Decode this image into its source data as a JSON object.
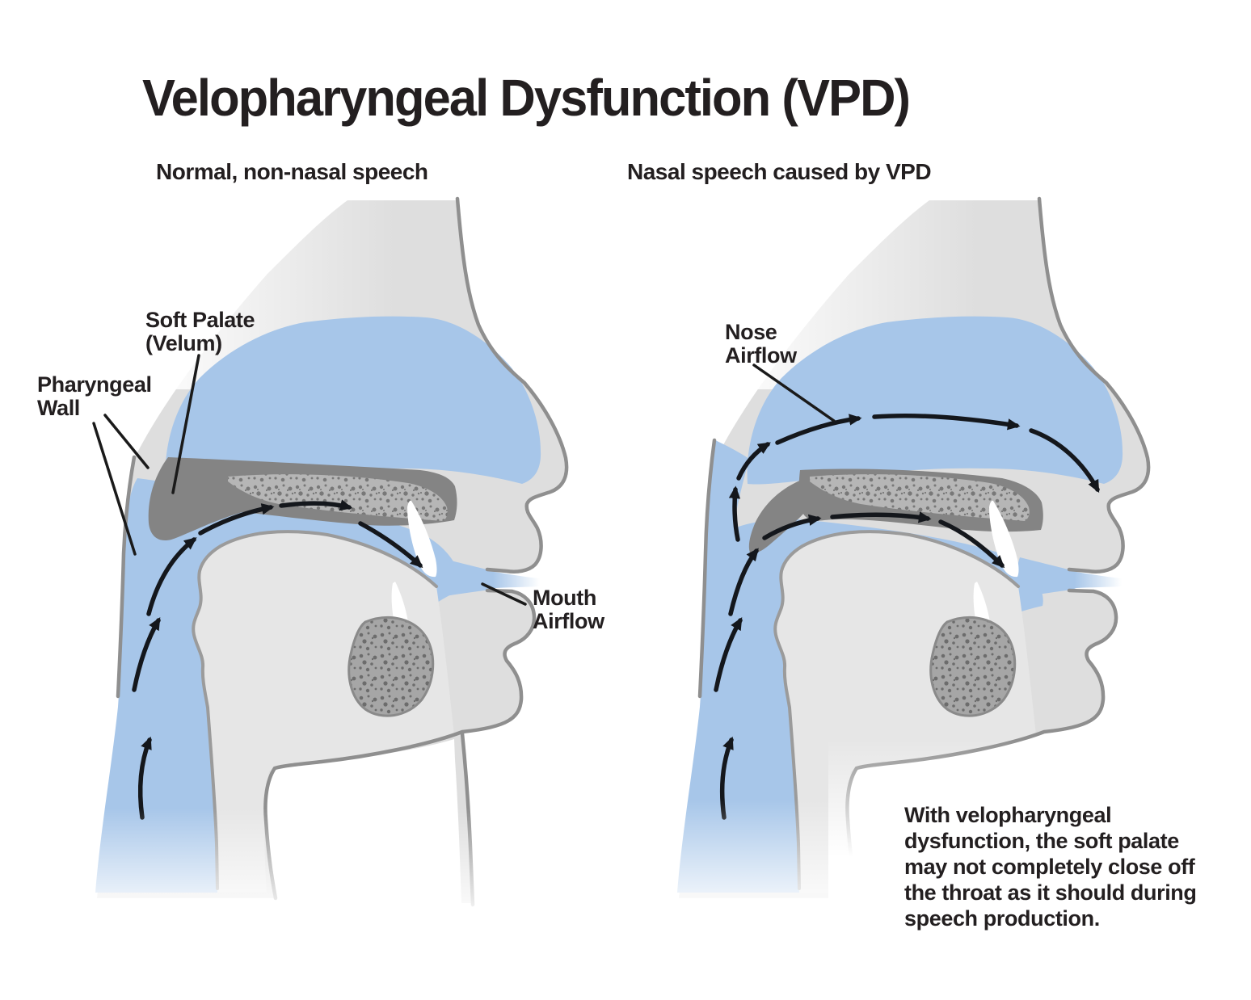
{
  "title": "Velopharyngeal Dysfunction (VPD)",
  "subtitles": {
    "left": "Normal, non-nasal speech",
    "right": "Nasal speech caused by VPD"
  },
  "labels": {
    "soft_palate": [
      "Soft Palate",
      "(Velum)"
    ],
    "pharyngeal_wall": [
      "Pharyngeal",
      "Wall"
    ],
    "mouth_airflow": [
      "Mouth",
      "Airflow"
    ],
    "nose_airflow": [
      "Nose",
      "Airflow"
    ]
  },
  "caption": [
    "With velopharyngeal",
    "dysfunction, the soft palate",
    "may not completely close off",
    "the throat as it should during",
    "speech production."
  ],
  "colors": {
    "airway_blue": "#a7c6e9",
    "tissue_gray": "#dedede",
    "outline_gray": "#8f8f8f",
    "palate_dark": "#848484",
    "bone_gray": "#b6b6b6",
    "arrow_black": "#14171c",
    "text_black": "#231f20"
  }
}
